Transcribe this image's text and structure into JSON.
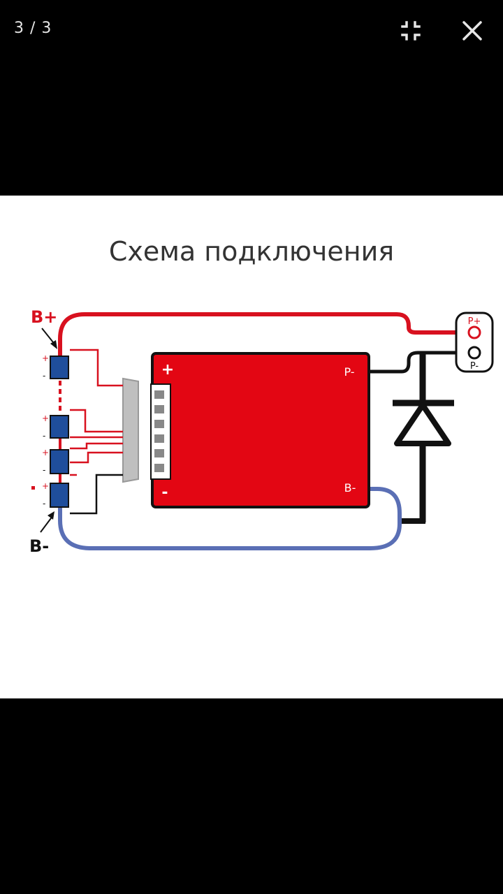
{
  "viewer": {
    "counter": "3 / 3",
    "exit_fullscreen_icon": "exit-fullscreen-icon",
    "close_icon": "close-icon"
  },
  "diagram": {
    "title": "Схема подключения",
    "labels": {
      "b_plus": "B+",
      "b_minus": "B-",
      "p_plus": "P+",
      "p_minus": "P-",
      "board_plus": "+",
      "board_minus": "-",
      "board_p_minus": "P-",
      "board_b_minus": "B-",
      "cell_plus": "+",
      "cell_minus": "-"
    },
    "colors": {
      "board": "#e30613",
      "wire_red": "#d8111f",
      "wire_black": "#111111",
      "wire_blue": "#5a6fb5",
      "cell": "#1f4e9c",
      "label_red": "#d8111f",
      "title": "#333333"
    }
  }
}
